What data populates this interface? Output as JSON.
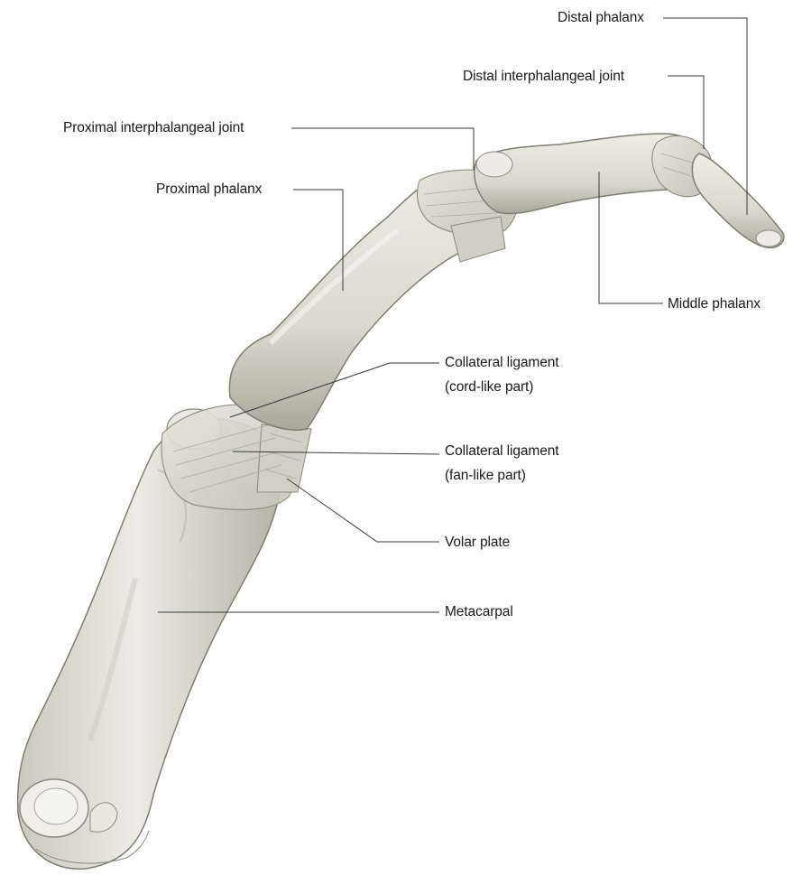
{
  "labels": {
    "distal_phalanx": "Distal phalanx",
    "distal_interphalangeal_joint": "Distal interphalangeal joint",
    "proximal_interphalangeal_joint": "Proximal interphalangeal joint",
    "proximal_phalanx": "Proximal phalanx",
    "middle_phalanx": "Middle phalanx",
    "collateral_ligament_cord_1": "Collateral ligament",
    "collateral_ligament_cord_2": "(cord-like part)",
    "collateral_ligament_fan_1": "Collateral ligament",
    "collateral_ligament_fan_2": "(fan-like part)",
    "volar_plate": "Volar plate",
    "metacarpal": "Metacarpal"
  },
  "colors": {
    "bone_fill": "#e4e4da",
    "bone_shadow": "#b8b8aa",
    "bone_outline": "#7e7e72",
    "ligament_fill": "#d6d6cb",
    "leader_line": "#3a3a3a",
    "text": "#1a1a1a"
  }
}
